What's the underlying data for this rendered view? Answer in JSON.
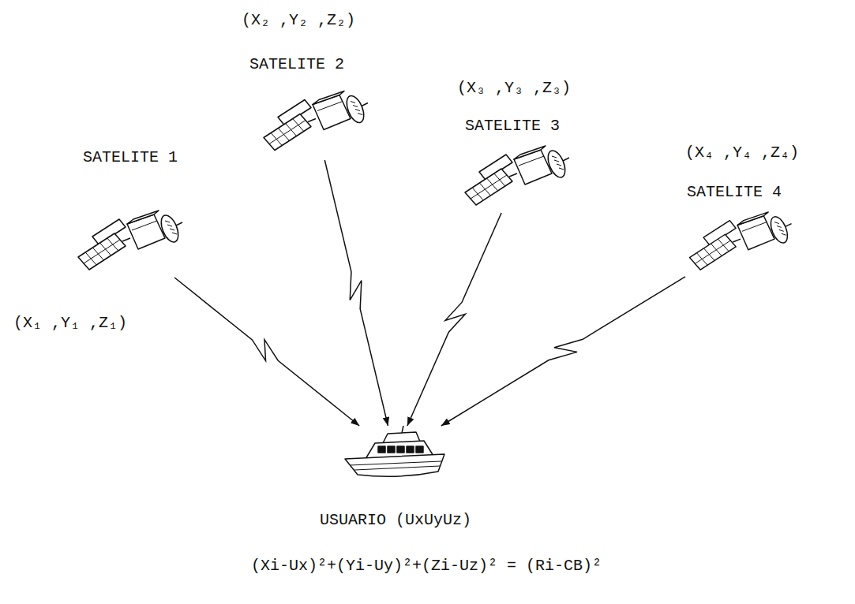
{
  "diagram": {
    "nodes": [
      {
        "text": [
          "SATELITE 1",
          "(X₁ ,Y₁ ,Z₁)"
        ]
      },
      {
        "text": [
          "SATELITE 2",
          "(X₂ ,Y₂ ,Z₂)"
        ]
      },
      {
        "text": [
          "SATELITE 3",
          "(X₃ ,Y₃ ,Z₃)"
        ]
      },
      {
        "text": [
          "SATELITE 4",
          "(X₄ ,Y₄ ,Z₄)"
        ]
      },
      {
        "text": [
          "USUARIO (UxUyUz)"
        ]
      }
    ],
    "edges": [
      {
        "from": 0,
        "to": 4,
        "arrow": "to"
      },
      {
        "from": 1,
        "to": 4,
        "arrow": "to"
      },
      {
        "from": 2,
        "to": 4,
        "arrow": "to"
      },
      {
        "from": 3,
        "to": 4,
        "arrow": "to"
      }
    ],
    "labels": [
      "(Xi-Ux)²+(Yi-Uy)²+(Zi-Uz)² = (Ri-CB)²"
    ]
  }
}
